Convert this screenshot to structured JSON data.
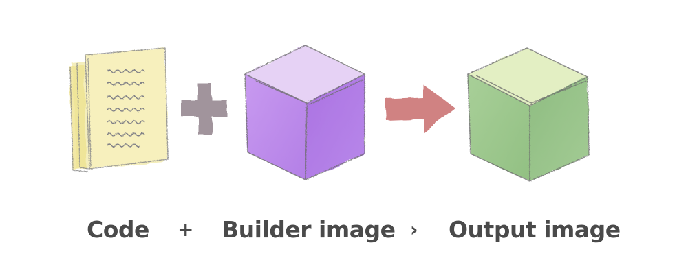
{
  "labels": {
    "code": "Code",
    "plus": "+",
    "builder": "Builder image",
    "arrow": "›",
    "output": "Output image"
  },
  "icons": {
    "document": "document-stack-icon",
    "plus": "plus-icon",
    "builder_cube": "purple-cube-icon",
    "arrow": "arrow-right-icon",
    "output_cube": "green-cube-icon"
  },
  "colors": {
    "paper": "#f6efb4",
    "plus": "#9e9098",
    "cube_purple_top": "#e3cdf4",
    "cube_purple_left": "#c291ec",
    "cube_purple_right": "#a86ee0",
    "arrow": "#cc7b7b",
    "cube_green_top": "#e4efc6",
    "cube_green_left": "#9ec78f",
    "cube_green_right": "#8cbb80",
    "text": "#4a4a4a"
  }
}
